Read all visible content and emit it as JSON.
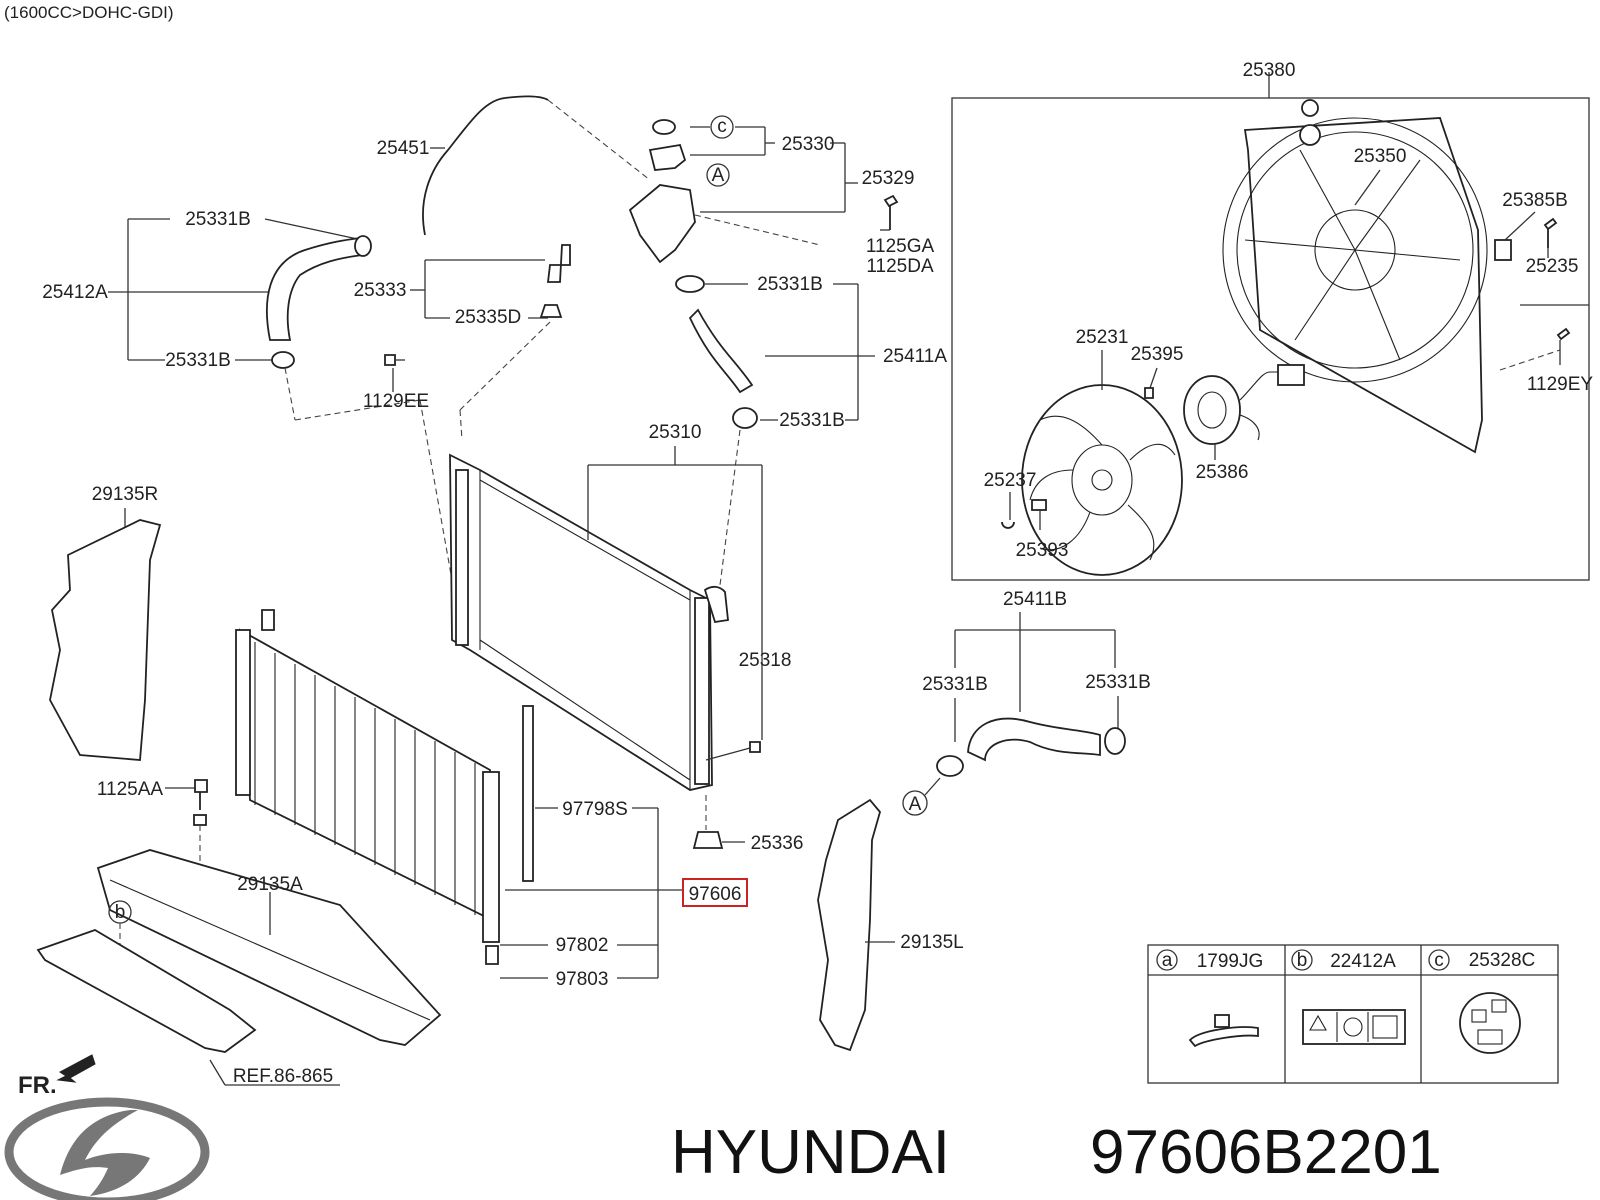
{
  "header": {
    "engine": "(1600CC>DOHC-GDI)"
  },
  "labels": {
    "p25380": "25380",
    "p25451": "25451",
    "p25330": "25330",
    "p25329": "25329",
    "p25331b_tl": "25331B",
    "p25412a": "25412A",
    "p25333": "25333",
    "p25335d": "25335D",
    "p25331b_ml": "25331B",
    "p25331b_tr": "25331B",
    "p25411a": "25411A",
    "p1125ga": "1125GA",
    "p1125da": "1125DA",
    "p1129ee": "1129EE",
    "p25331b_mr": "25331B",
    "p25310": "25310",
    "p25350": "25350",
    "p25385b": "25385B",
    "p25235": "25235",
    "p25231": "25231",
    "p25395": "25395",
    "p1129ey": "1129EY",
    "p25386": "25386",
    "p25237": "25237",
    "p25393": "25393",
    "p29135r": "29135R",
    "p25318": "25318",
    "p25411b": "25411B",
    "p25331b_fl": "25331B",
    "p25331b_fr": "25331B",
    "p1125aa": "1125AA",
    "p97798s": "97798S",
    "p25336": "25336",
    "p97606": "97606",
    "p29135a": "29135A",
    "p29135l": "29135L",
    "p97802": "97802",
    "p97803": "97803",
    "ref": "REF.86-865",
    "callout_a1": "A",
    "callout_a2": "A",
    "callout_b": "b",
    "callout_c": "c",
    "fr": "FR."
  },
  "legend": {
    "items": [
      {
        "key": "a",
        "part": "1799JG"
      },
      {
        "key": "b",
        "part": "22412A"
      },
      {
        "key": "c",
        "part": "25328C"
      }
    ]
  },
  "footer": {
    "brand": "HYUNDAI",
    "part_number": "97606B2201"
  },
  "colors": {
    "highlight": "#cc2222"
  }
}
